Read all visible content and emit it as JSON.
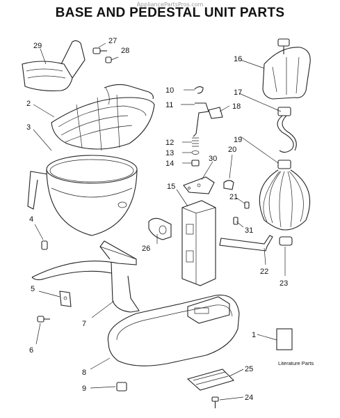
{
  "header": {
    "watermark": "AppliancePartsPros.com",
    "title": "BASE AND PEDESTAL UNIT PARTS"
  },
  "parts": [
    {
      "id": "1",
      "label": "1"
    },
    {
      "id": "2",
      "label": "2"
    },
    {
      "id": "3",
      "label": "3"
    },
    {
      "id": "4",
      "label": "4"
    },
    {
      "id": "5",
      "label": "5"
    },
    {
      "id": "6",
      "label": "6"
    },
    {
      "id": "7",
      "label": "7"
    },
    {
      "id": "8",
      "label": "8"
    },
    {
      "id": "9",
      "label": "9"
    },
    {
      "id": "10",
      "label": "10"
    },
    {
      "id": "11",
      "label": "11"
    },
    {
      "id": "12",
      "label": "12"
    },
    {
      "id": "13",
      "label": "13"
    },
    {
      "id": "14",
      "label": "14"
    },
    {
      "id": "15",
      "label": "15"
    },
    {
      "id": "16",
      "label": "16"
    },
    {
      "id": "17",
      "label": "17"
    },
    {
      "id": "18",
      "label": "18"
    },
    {
      "id": "19",
      "label": "19"
    },
    {
      "id": "20",
      "label": "20"
    },
    {
      "id": "21",
      "label": "21"
    },
    {
      "id": "22",
      "label": "22"
    },
    {
      "id": "23",
      "label": "23"
    },
    {
      "id": "24",
      "label": "24"
    },
    {
      "id": "25",
      "label": "25"
    },
    {
      "id": "26",
      "label": "26"
    },
    {
      "id": "27",
      "label": "27"
    },
    {
      "id": "28",
      "label": "28"
    },
    {
      "id": "29",
      "label": "29"
    },
    {
      "id": "30",
      "label": "30"
    },
    {
      "id": "31",
      "label": "31"
    }
  ],
  "literature": {
    "caption": "Literature Parts"
  }
}
